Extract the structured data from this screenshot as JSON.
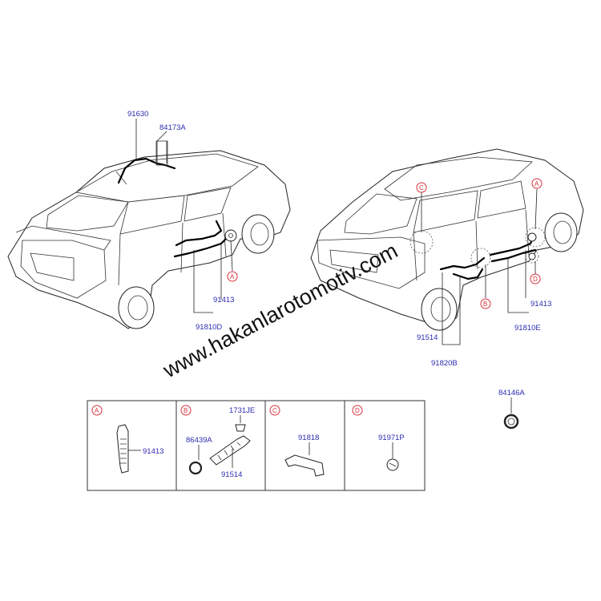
{
  "watermark": "www.hakanlarotomotiv.com",
  "left_car": {
    "labels": {
      "p91630": "91630",
      "p84173A": "84173A",
      "p91413": "91413",
      "p91810D": "91810D"
    },
    "callout_a": "A"
  },
  "right_car": {
    "labels": {
      "p91413": "91413",
      "p91810E": "91810E",
      "p91514": "91514",
      "p91820B": "91820B"
    },
    "callouts": {
      "a": "A",
      "b": "B",
      "c": "C",
      "d": "D"
    }
  },
  "loose_part": {
    "label": "84146A"
  },
  "detail_panels": [
    {
      "letter": "A",
      "parts": [
        "91413"
      ]
    },
    {
      "letter": "B",
      "parts": [
        "1731JE",
        "86439A",
        "91514"
      ]
    },
    {
      "letter": "C",
      "parts": [
        "91818"
      ]
    },
    {
      "letter": "D",
      "parts": [
        "91971P"
      ]
    }
  ],
  "colors": {
    "part_number": "#2b2bb0",
    "callout": "#d8323c",
    "line": "#222222"
  }
}
